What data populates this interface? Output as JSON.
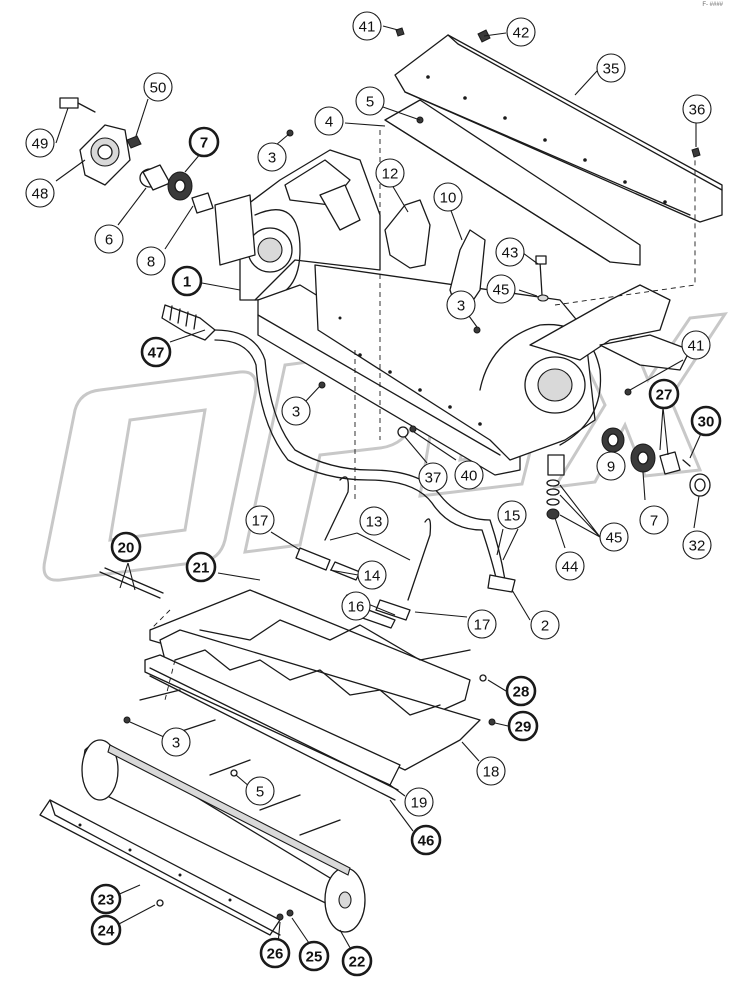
{
  "corner_code": "F- ####",
  "watermark": "OPEX",
  "callouts": [
    {
      "label": "41",
      "bold": false
    },
    {
      "label": "42",
      "bold": false
    },
    {
      "label": "35",
      "bold": false
    },
    {
      "label": "50",
      "bold": false
    },
    {
      "label": "49",
      "bold": false
    },
    {
      "label": "48",
      "bold": false
    },
    {
      "label": "5",
      "bold": false
    },
    {
      "label": "4",
      "bold": false
    },
    {
      "label": "36",
      "bold": false
    },
    {
      "label": "7",
      "bold": true
    },
    {
      "label": "3",
      "bold": false
    },
    {
      "label": "12",
      "bold": false
    },
    {
      "label": "10",
      "bold": false
    },
    {
      "label": "6",
      "bold": false
    },
    {
      "label": "8",
      "bold": false
    },
    {
      "label": "43",
      "bold": false
    },
    {
      "label": "1",
      "bold": true
    },
    {
      "label": "45",
      "bold": false
    },
    {
      "label": "3",
      "bold": false
    },
    {
      "label": "41",
      "bold": false
    },
    {
      "label": "47",
      "bold": true
    },
    {
      "label": "3",
      "bold": false
    },
    {
      "label": "27",
      "bold": true
    },
    {
      "label": "30",
      "bold": true
    },
    {
      "label": "37",
      "bold": false
    },
    {
      "label": "40",
      "bold": false
    },
    {
      "label": "9",
      "bold": false
    },
    {
      "label": "7",
      "bold": false
    },
    {
      "label": "32",
      "bold": false
    },
    {
      "label": "15",
      "bold": false
    },
    {
      "label": "17",
      "bold": false
    },
    {
      "label": "13",
      "bold": false
    },
    {
      "label": "45",
      "bold": false
    },
    {
      "label": "20",
      "bold": true
    },
    {
      "label": "44",
      "bold": false
    },
    {
      "label": "21",
      "bold": true
    },
    {
      "label": "14",
      "bold": false
    },
    {
      "label": "16",
      "bold": false
    },
    {
      "label": "17",
      "bold": false
    },
    {
      "label": "2",
      "bold": false
    },
    {
      "label": "28",
      "bold": true
    },
    {
      "label": "3",
      "bold": false
    },
    {
      "label": "29",
      "bold": true
    },
    {
      "label": "18",
      "bold": false
    },
    {
      "label": "5",
      "bold": false
    },
    {
      "label": "19",
      "bold": false
    },
    {
      "label": "46",
      "bold": true
    },
    {
      "label": "23",
      "bold": true
    },
    {
      "label": "24",
      "bold": true
    },
    {
      "label": "26",
      "bold": true
    },
    {
      "label": "25",
      "bold": true
    },
    {
      "label": "22",
      "bold": true
    }
  ]
}
